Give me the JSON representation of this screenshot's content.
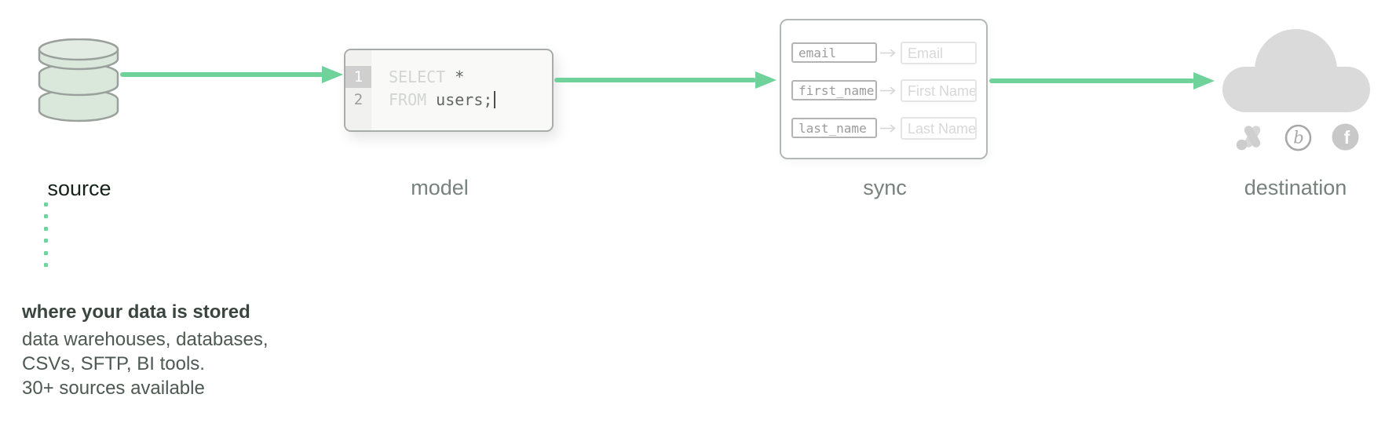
{
  "stages": [
    {
      "id": "source",
      "label": "source"
    },
    {
      "id": "model",
      "label": "model"
    },
    {
      "id": "sync",
      "label": "sync"
    },
    {
      "id": "destination",
      "label": "destination"
    }
  ],
  "source": {
    "icon": "database-icon"
  },
  "model": {
    "editor_lines": [
      {
        "number": "1",
        "keyword": "SELECT",
        "code": "*"
      },
      {
        "number": "2",
        "keyword": "FROM",
        "code": "users;"
      }
    ]
  },
  "sync": {
    "mappings": [
      {
        "from": "email",
        "to": "Email"
      },
      {
        "from": "first_name",
        "to": "First Name"
      },
      {
        "from": "last_name",
        "to": "Last Name"
      }
    ]
  },
  "destination": {
    "cloud": "cloud-icon",
    "icons": [
      "google-ads-icon",
      "braze-icon",
      "facebook-icon"
    ]
  },
  "note": {
    "title": "where your data is stored",
    "lines": [
      "data warehouses, databases,",
      "CSVs, SFTP, BI tools.",
      "30+ sources available"
    ]
  },
  "colors": {
    "accent_green": "#6fd29a",
    "dot_green": "#74d4a0",
    "cloud_gray": "#dadada",
    "database_fill": "#dae8db",
    "label_gray": "#78827d",
    "label_active": "#15221a"
  }
}
